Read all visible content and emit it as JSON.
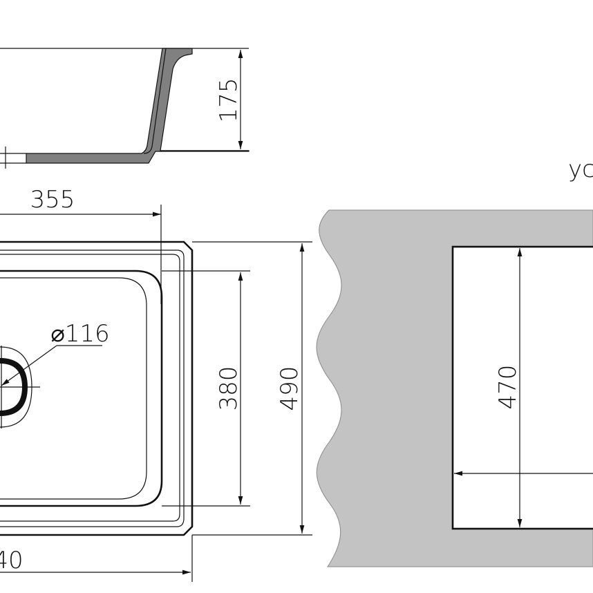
{
  "drawing": {
    "colors": {
      "line": "#111111",
      "countertop_fill": "#c3c3c3",
      "profile_fill": "#808080",
      "background": "#ffffff"
    },
    "labels": {
      "depth": "175",
      "bowl_width": "355",
      "drain_diameter": "⌀116",
      "bowl_length": "380",
      "sink_length": "490",
      "sink_width_partial": "40",
      "cutout_length": "470",
      "cut_off_text": "ус"
    }
  }
}
